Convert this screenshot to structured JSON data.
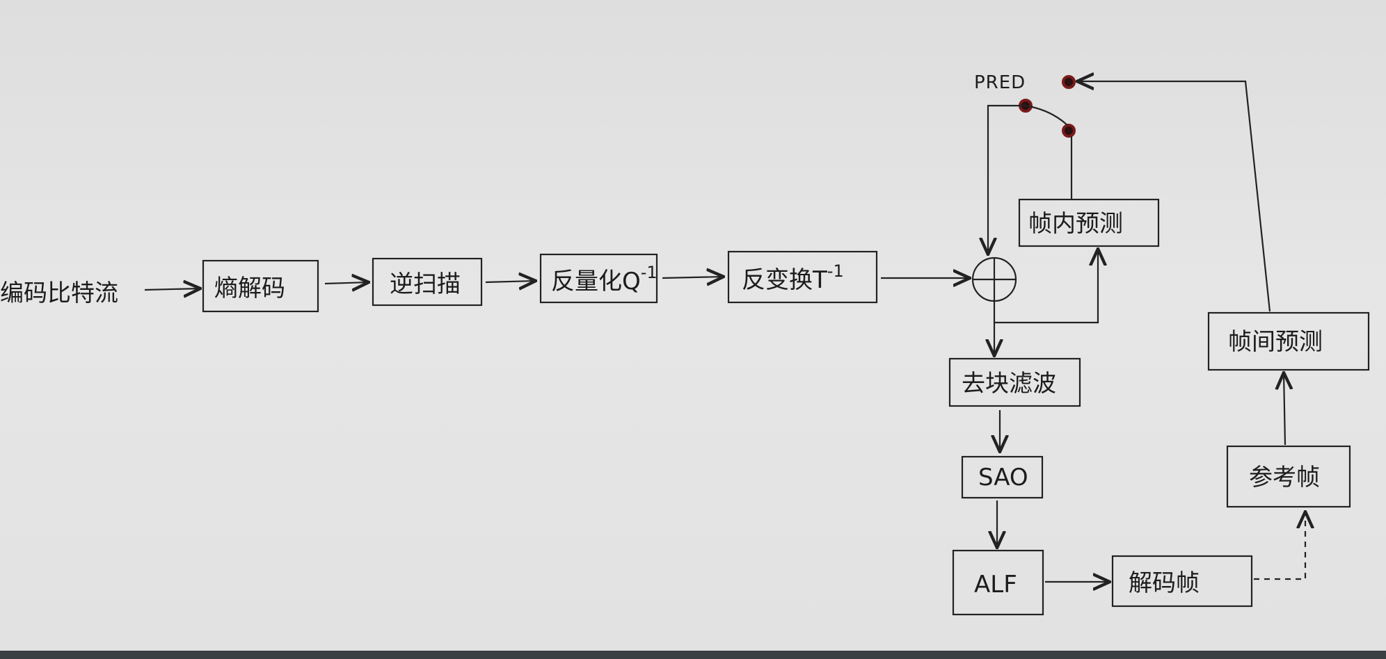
{
  "input_label": "编码比特流",
  "pred_label": "PRED",
  "boxes": {
    "entropy": "熵解码",
    "inv_scan": "逆扫描",
    "inv_quant": "反量化Q",
    "inv_quant_sup": "-1",
    "inv_transform": "反变换T",
    "inv_transform_sup": "-1",
    "intra_pred": "帧内预测",
    "deblock": "去块滤波",
    "sao": "SAO",
    "alf": "ALF",
    "decoded_frame": "解码帧",
    "ref_frame": "参考帧",
    "inter_pred": "帧间预测",
    "adder": "+"
  }
}
